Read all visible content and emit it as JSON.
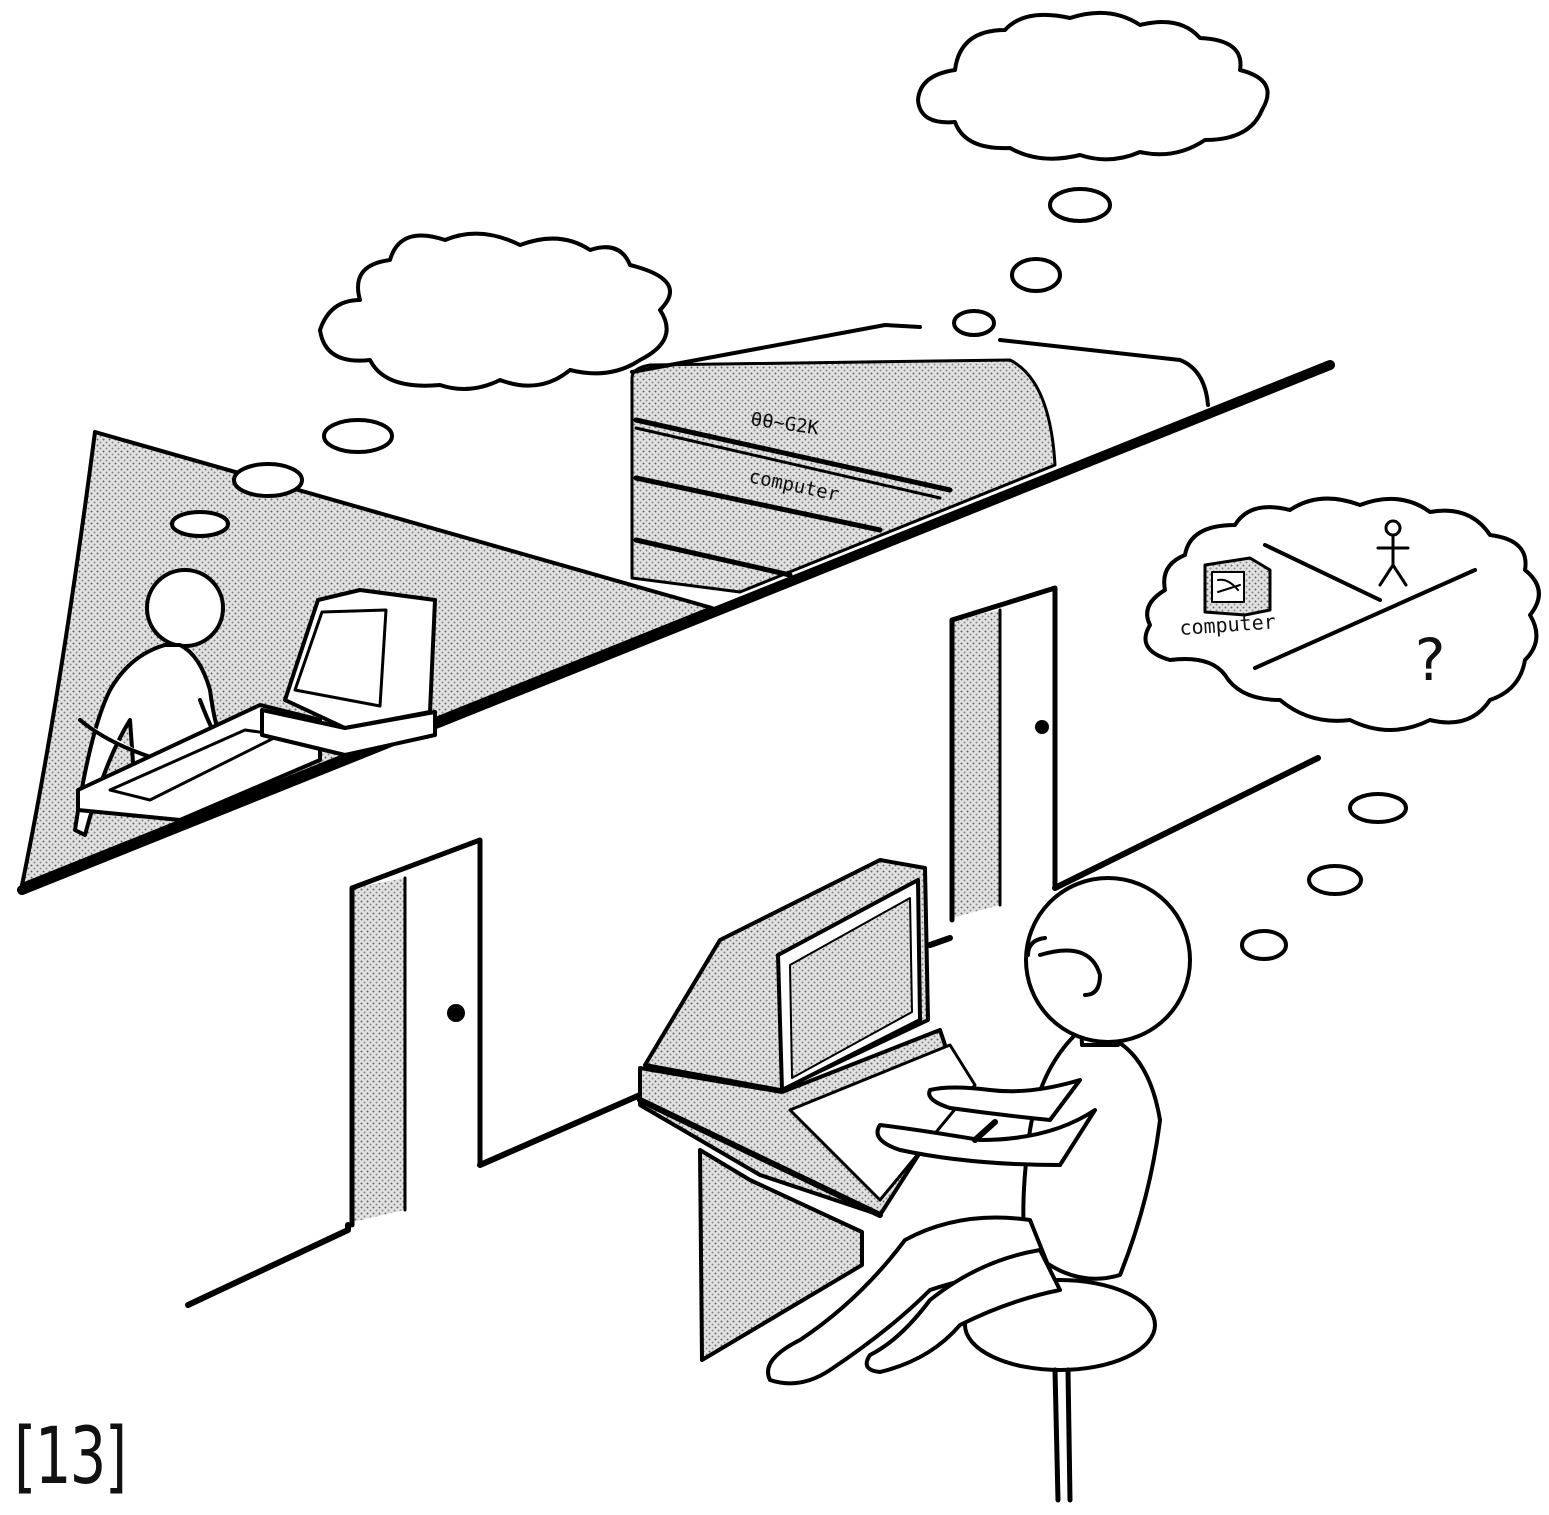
{
  "figure": {
    "label": "[13]",
    "machine_label_top": "θθ~G2K",
    "machine_label_bottom": "computer",
    "thought_icon_label": "computer",
    "thought_question": "?"
  }
}
